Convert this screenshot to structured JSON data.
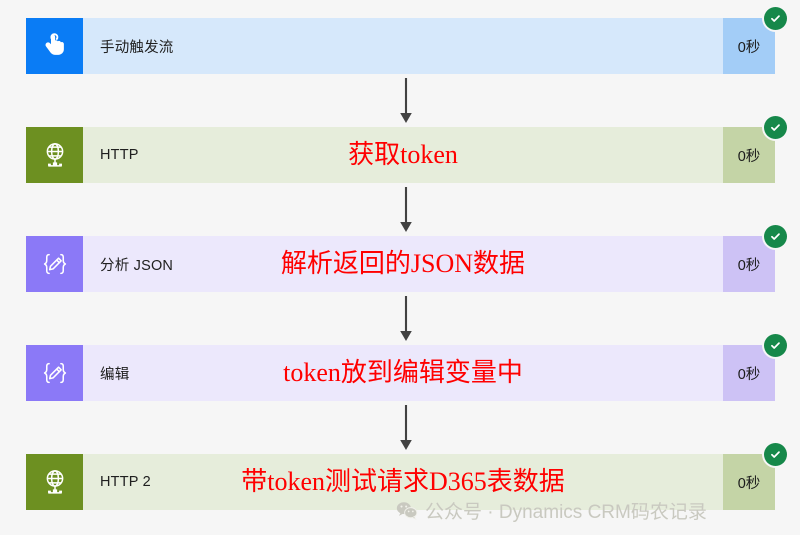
{
  "page": {
    "background_color": "#f6f6f6",
    "annotation_color": "#ff0000",
    "status_badge_color": "#16884a"
  },
  "flow": {
    "steps": [
      {
        "id": "manual-trigger",
        "icon": "touch-hand-icon",
        "title": "手动触发流",
        "annotation": "",
        "duration": "0秒",
        "status": "succeeded",
        "icon_color": "#0a7cf5",
        "body_color": "#d6e8fb",
        "duration_color": "#a3cdf7"
      },
      {
        "id": "http",
        "icon": "globe-network-icon",
        "title": "HTTP",
        "annotation": "获取token",
        "duration": "0秒",
        "status": "succeeded",
        "icon_color": "#6d9021",
        "body_color": "#e6eddb",
        "duration_color": "#c4d4a6"
      },
      {
        "id": "parse-json",
        "icon": "braces-pencil-icon",
        "title": "分析 JSON",
        "annotation": "解析返回的JSON数据",
        "duration": "0秒",
        "status": "succeeded",
        "icon_color": "#8b79f7",
        "body_color": "#ece8fc",
        "duration_color": "#cdc2f5"
      },
      {
        "id": "compose",
        "icon": "braces-pencil-icon",
        "title": "编辑",
        "annotation": "token放到编辑变量中",
        "duration": "0秒",
        "status": "succeeded",
        "icon_color": "#8b79f7",
        "body_color": "#ece8fc",
        "duration_color": "#cdc2f5"
      },
      {
        "id": "http-2",
        "icon": "globe-network-icon",
        "title": "HTTP 2",
        "annotation": "带token测试请求D365表数据",
        "duration": "0秒",
        "status": "succeeded",
        "icon_color": "#6d9021",
        "body_color": "#e6eddb",
        "duration_color": "#c4d4a6"
      }
    ]
  },
  "watermark": {
    "icon": "wechat-icon",
    "text": "公众号 · Dynamics CRM码农记录"
  }
}
